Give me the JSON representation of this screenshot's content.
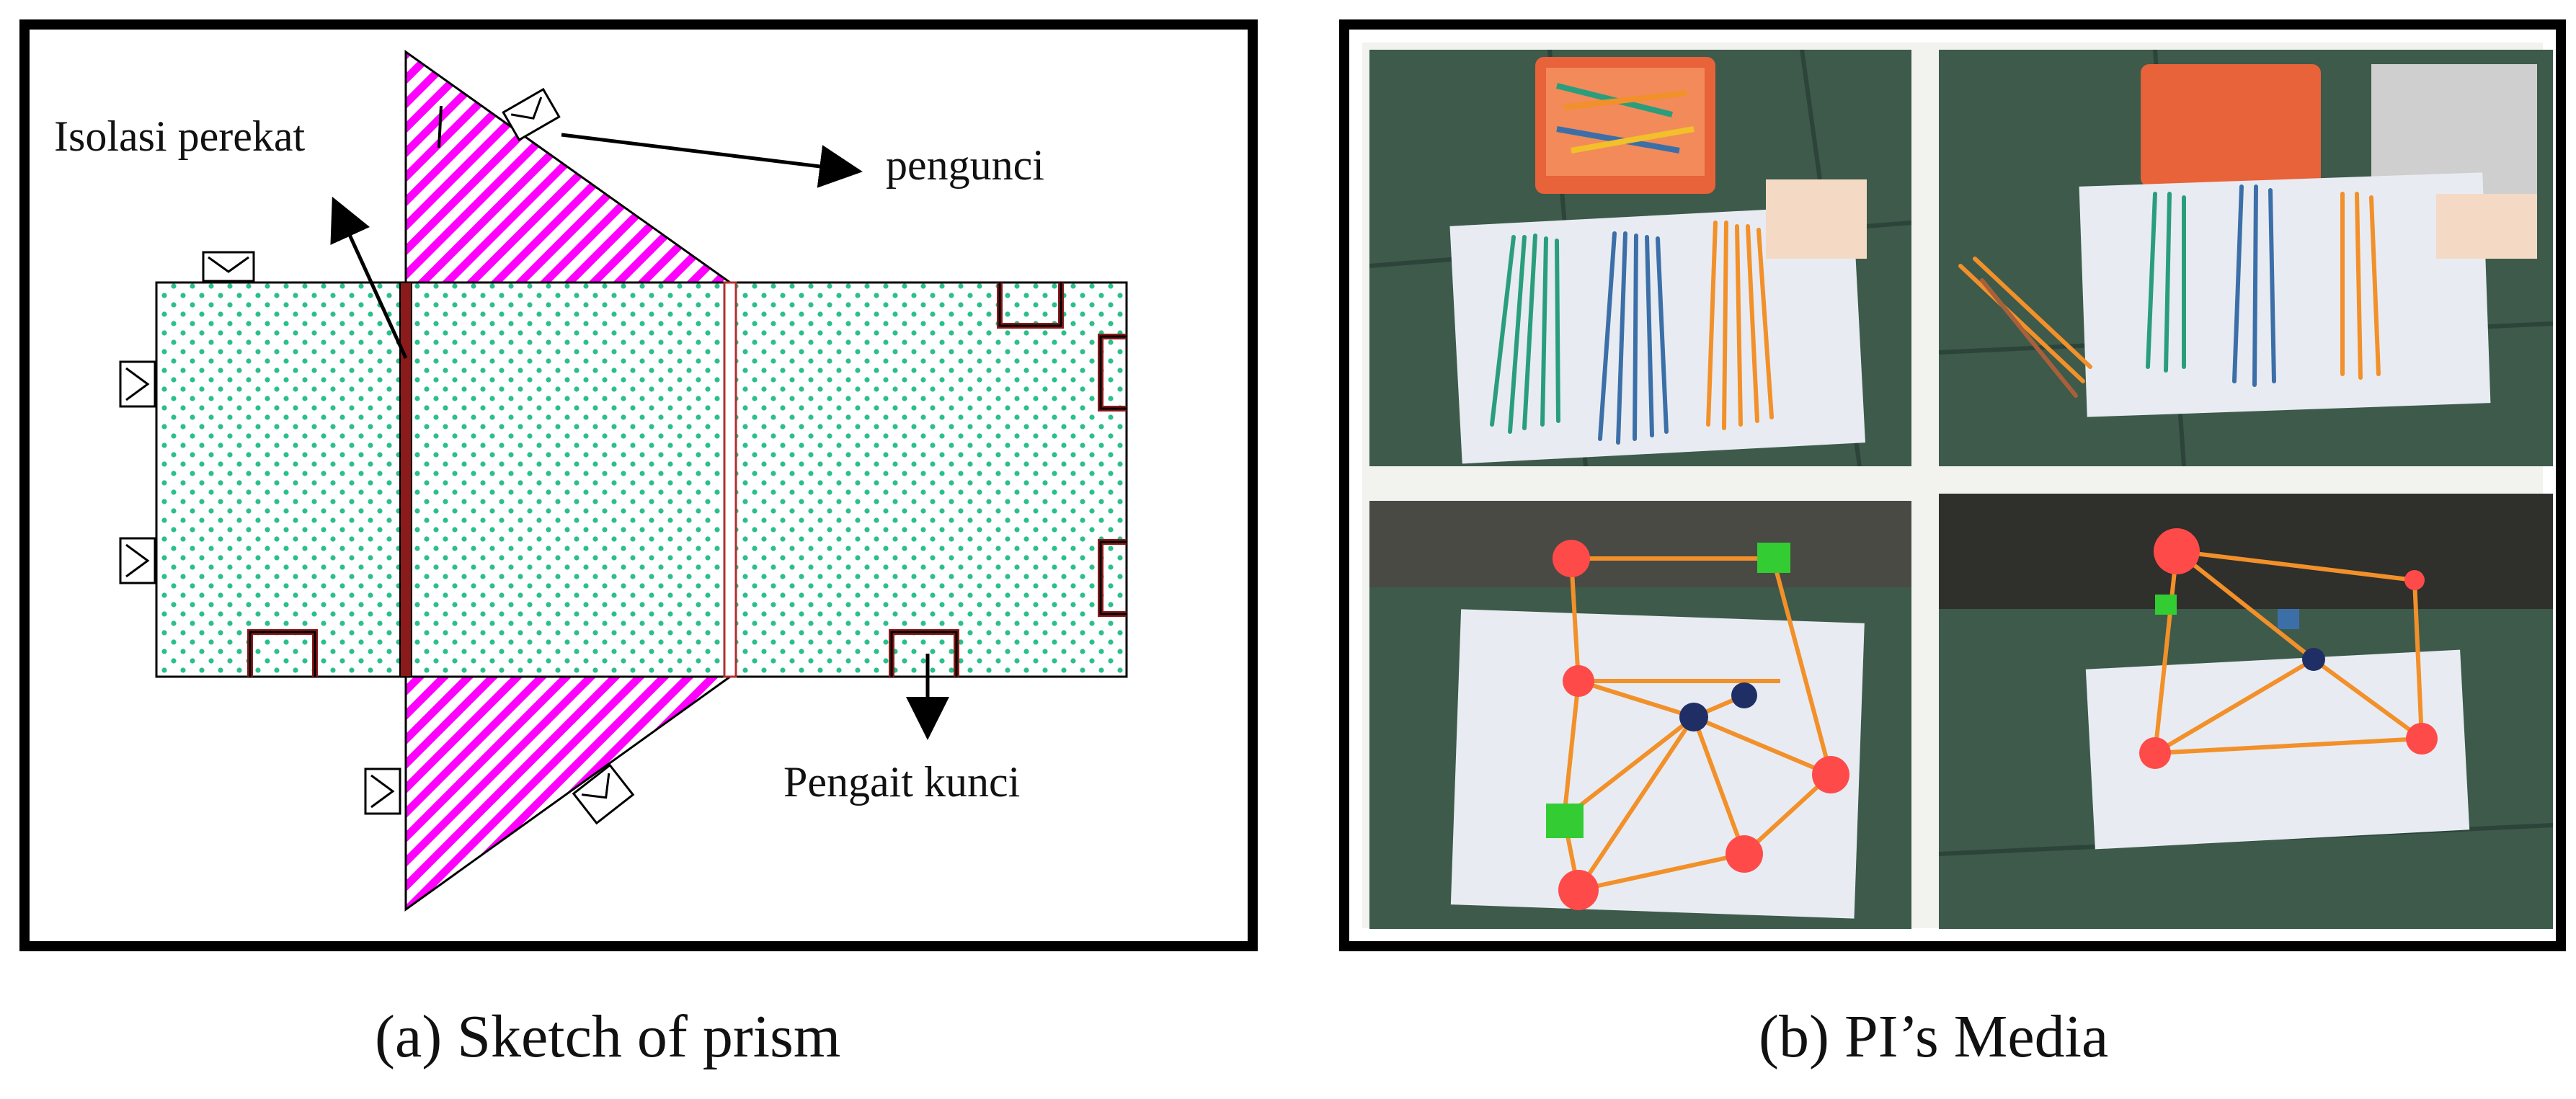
{
  "panel_a": {
    "labels": {
      "isolasi": "Isolasi perekat",
      "pengunci": "pengunci",
      "pengait": "Pengait kunci"
    },
    "caption": "(a) Sketch of prism"
  },
  "panel_b": {
    "caption": "(b) PI’s Media",
    "photos": [
      {
        "id": "photo-sticks-tray",
        "description_free": true
      },
      {
        "id": "photo-sticks-pieces"
      },
      {
        "id": "photo-net-assembled"
      },
      {
        "id": "photo-prism-built"
      }
    ]
  },
  "colors": {
    "face_dots": "#2bbf8c",
    "triangle_hatch": "#ff00ff",
    "edge_red": "#8b1a1a",
    "stick_green": "#2a9e7c",
    "stick_blue": "#3c6fa8",
    "stick_orange": "#f2902a",
    "ball_red": "#ff4a4a",
    "ball_green": "#33cc33",
    "ball_navy": "#1f2f66",
    "floor": "#3d5a4a"
  }
}
